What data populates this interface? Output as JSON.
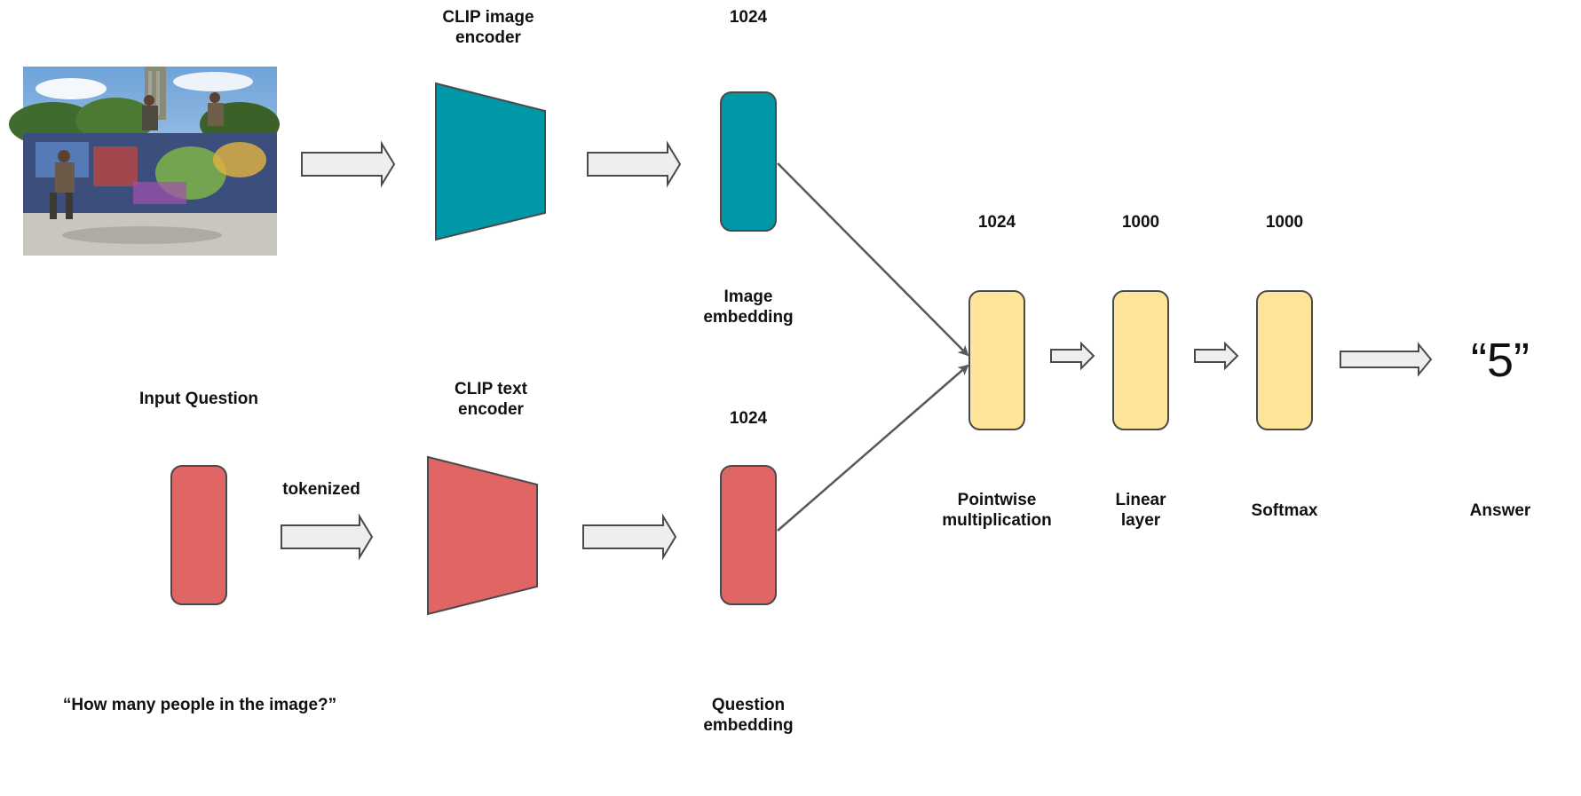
{
  "colors": {
    "image_branch": "#0097a7",
    "text_branch": "#e06666",
    "fusion_nodes": "#ffe599",
    "outline": "#4a4a4a",
    "arrow_fill": "#eeeeee",
    "connector": "#595959"
  },
  "input_image": {
    "description_icon": "skatepark-photo-icon"
  },
  "image_branch": {
    "encoder_label": [
      "CLIP image",
      "encoder"
    ],
    "embedding_dim": "1024",
    "embedding_label": [
      "Image",
      "embedding"
    ]
  },
  "text_branch": {
    "input_label": "Input Question",
    "tokenized_label": "tokenized",
    "encoder_label": [
      "CLIP text",
      "encoder"
    ],
    "embedding_dim": "1024",
    "embedding_label": [
      "Question",
      "embedding"
    ],
    "question_text": "“How many people in the image?”"
  },
  "fusion": {
    "pointwise_dim": "1024",
    "pointwise_label": [
      "Pointwise",
      "multiplication"
    ],
    "linear_dim": "1000",
    "linear_label": [
      "Linear",
      "layer"
    ],
    "softmax_dim": "1000",
    "softmax_label": "Softmax"
  },
  "answer": {
    "value": "“5”",
    "label": "Answer"
  }
}
